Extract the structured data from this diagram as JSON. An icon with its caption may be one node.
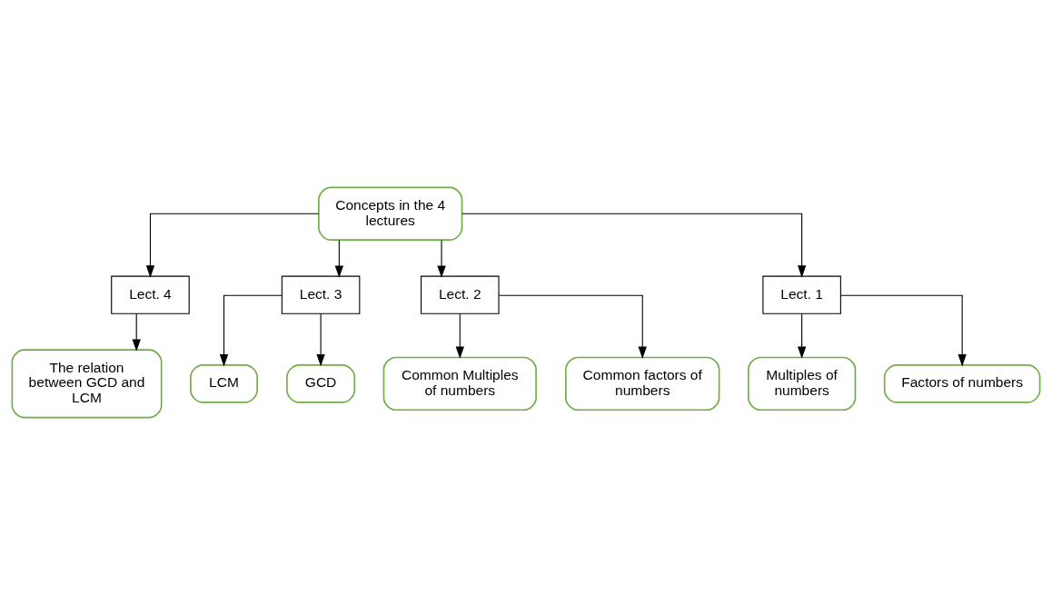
{
  "diagram": {
    "nodes": [
      {
        "text": [
          "Concepts in the 4 lectures"
        ]
      },
      {
        "text": [
          "Lect. 4"
        ]
      },
      {
        "text": [
          "Lect. 3"
        ]
      },
      {
        "text": [
          "Lect. 2"
        ]
      },
      {
        "text": [
          "Lect. 1"
        ]
      },
      {
        "text": [
          "The relation between GCD and LCM"
        ]
      },
      {
        "text": [
          "LCM"
        ]
      },
      {
        "text": [
          "GCD"
        ]
      },
      {
        "text": [
          "Common Multiples of numbers"
        ]
      },
      {
        "text": [
          "Common factors of numbers"
        ]
      },
      {
        "text": [
          "Multiples of numbers"
        ]
      },
      {
        "text": [
          "Factors of numbers"
        ]
      }
    ],
    "edges": [
      {
        "from": 0,
        "to": 1,
        "arrow": "to"
      },
      {
        "from": 0,
        "to": 2,
        "arrow": "to"
      },
      {
        "from": 0,
        "to": 3,
        "arrow": "to"
      },
      {
        "from": 0,
        "to": 4,
        "arrow": "to"
      },
      {
        "from": 1,
        "to": 5,
        "arrow": "to"
      },
      {
        "from": 2,
        "to": 6,
        "arrow": "to"
      },
      {
        "from": 2,
        "to": 7,
        "arrow": "to"
      },
      {
        "from": 3,
        "to": 8,
        "arrow": "to"
      },
      {
        "from": 3,
        "to": 9,
        "arrow": "to"
      },
      {
        "from": 4,
        "to": 10,
        "arrow": "to"
      },
      {
        "from": 4,
        "to": 11,
        "arrow": "to"
      }
    ]
  }
}
